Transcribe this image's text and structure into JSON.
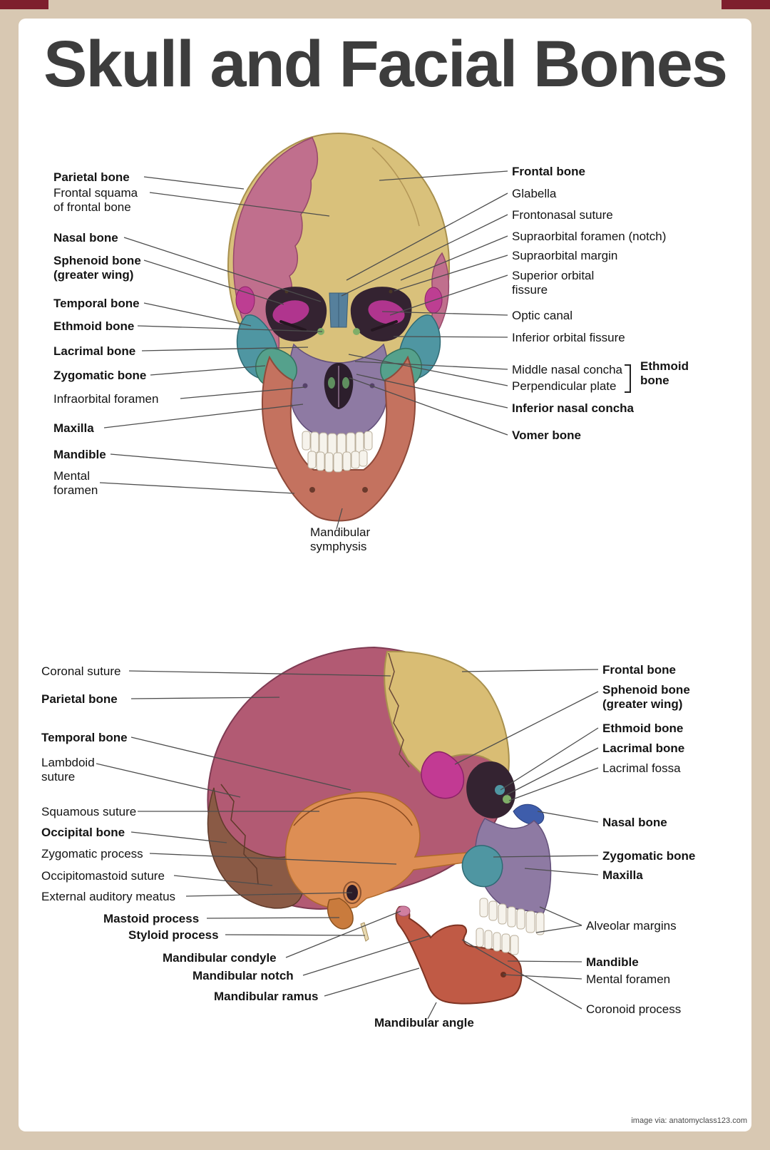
{
  "title": "Skull and Facial Bones",
  "credit": "image via: anatomyclass123.com",
  "anterior": {
    "left_labels": [
      {
        "text": "Parietal bone"
      },
      {
        "text": "Frontal  squama\nof frontal bone"
      },
      {
        "text": "Nasal bone"
      },
      {
        "text": "Sphenoid bone\n(greater wing)"
      },
      {
        "text": "Temporal bone"
      },
      {
        "text": "Ethmoid bone"
      },
      {
        "text": "Lacrimal bone"
      },
      {
        "text": "Zygomatic bone"
      },
      {
        "text": "Infraorbital foramen"
      },
      {
        "text": "Maxilla"
      },
      {
        "text": "Mandible"
      },
      {
        "text": "Mental\nforamen"
      }
    ],
    "right_labels": [
      {
        "text": "Frontal bone"
      },
      {
        "text": "Glabella"
      },
      {
        "text": "Frontonasal suture"
      },
      {
        "text": "Supraorbital foramen (notch)"
      },
      {
        "text": "Supraorbital margin"
      },
      {
        "text": "Superior orbital\nfissure"
      },
      {
        "text": "Optic canal"
      },
      {
        "text": "Inferior orbital fissure"
      },
      {
        "text": "Middle nasal concha"
      },
      {
        "text": "Perpendicular plate"
      },
      {
        "text": "Inferior nasal concha"
      },
      {
        "text": "Vomer bone"
      }
    ],
    "ethmoid_group_label": "Ethmoid\nbone",
    "bottom_label": "Mandibular\nsymphysis"
  },
  "lateral": {
    "left_labels": [
      {
        "text": "Coronal suture"
      },
      {
        "text": "Parietal bone"
      },
      {
        "text": "Temporal bone"
      },
      {
        "text": "Lambdoid\nsuture"
      },
      {
        "text": "Squamous suture"
      },
      {
        "text": "Occipital bone"
      },
      {
        "text": "Zygomatic process"
      },
      {
        "text": "Occipitomastoid suture"
      },
      {
        "text": "External auditory meatus"
      },
      {
        "text": "Mastoid process"
      },
      {
        "text": "Styloid process"
      },
      {
        "text": "Mandibular condyle"
      },
      {
        "text": "Mandibular notch"
      },
      {
        "text": "Mandibular ramus"
      },
      {
        "text": "Mandibular angle"
      }
    ],
    "right_labels": [
      {
        "text": "Frontal bone"
      },
      {
        "text": "Sphenoid bone\n(greater wing)"
      },
      {
        "text": "Ethmoid bone"
      },
      {
        "text": "Lacrimal bone"
      },
      {
        "text": "Lacrimal fossa"
      },
      {
        "text": "Nasal bone"
      },
      {
        "text": "Zygomatic bone"
      },
      {
        "text": "Maxilla"
      },
      {
        "text": "Alveolar margins"
      },
      {
        "text": "Mandible"
      },
      {
        "text": "Mental foramen"
      },
      {
        "text": "Coronoid process"
      }
    ]
  }
}
